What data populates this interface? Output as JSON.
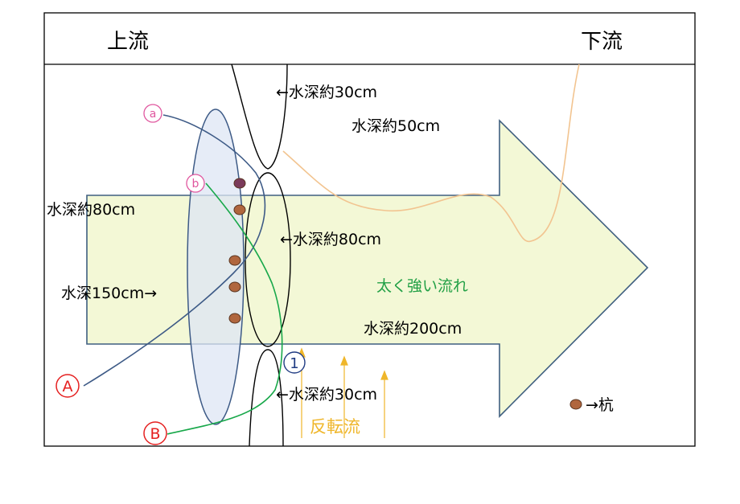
{
  "header": {
    "upstream": "上流",
    "downstream": "下流"
  },
  "labels": {
    "depth_30_top": "←水深約30cm",
    "depth_50": "水深約50cm",
    "depth_80_left": "水深約80cm",
    "depth_80_center": "←水深約80cm",
    "depth_150": "水深150cm→",
    "strong_flow": "太く強い流れ",
    "depth_200": "水深約200cm",
    "depth_30_bottom": "←水深約30cm",
    "reverse_flow": "反転流"
  },
  "markers": {
    "a_small": "a",
    "b_small": "b",
    "A_large": "A",
    "B_large": "B",
    "circle_1": "1"
  },
  "legend": {
    "stake_label": "→杭"
  },
  "colors": {
    "arrow_fill": "#f3f8d6",
    "arrow_stroke": "#3f5f80",
    "line_blue": "#3d5a86",
    "line_green": "#18a84a",
    "line_orange": "#f2c490",
    "ellipse_fill": "#dde6f4",
    "stake_fill": "#b0663e",
    "text_green": "#22a046",
    "text_yellow": "#efb62a",
    "marker_pink": "#e0579f",
    "marker_red": "#e52020",
    "marker_navy": "#1f3b82"
  }
}
